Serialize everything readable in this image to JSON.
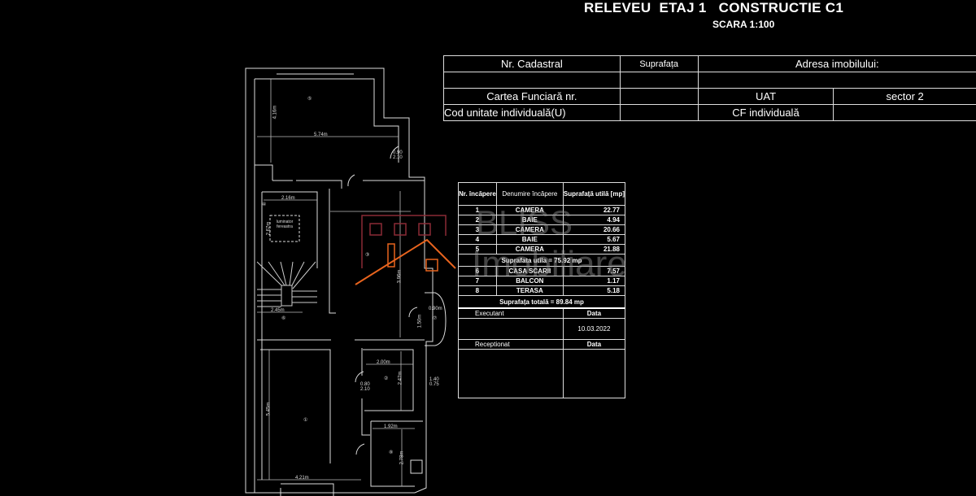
{
  "header": {
    "title": "RELEVEU  ETAJ 1   CONSTRUCTIE C1",
    "scale": "SCARA 1:100"
  },
  "cadastral_table": {
    "nr_cadastral": "Nr. Cadastral",
    "suprafata": "Suprafața",
    "adresa": "Adresa imobilului:",
    "carte_funciara": "Cartea Funciară nr.",
    "uat": "UAT",
    "sector": "sector 2",
    "cod_unitate": "Cod unitate individuală(U)",
    "cf_individuala": "CF individuală"
  },
  "rooms_table": {
    "headers": [
      "Nr. încăpere",
      "Denumire încăpere",
      "Suprafață utilă [mp]"
    ],
    "rows": [
      {
        "nr": "1",
        "name": "CAMERA",
        "area": "22.77"
      },
      {
        "nr": "2",
        "name": "BAIE",
        "area": "4.94"
      },
      {
        "nr": "3",
        "name": "CAMERA",
        "area": "20.66"
      },
      {
        "nr": "4",
        "name": "BAIE",
        "area": "5.67"
      },
      {
        "nr": "5",
        "name": "CAMERA",
        "area": "21.88"
      }
    ],
    "subtotal": "Suprafata utila = 75.92 mp",
    "rows2": [
      {
        "nr": "6",
        "name": "CASA SCARII",
        "area": "7.57"
      },
      {
        "nr": "7",
        "name": "BALCON",
        "area": "1.17"
      },
      {
        "nr": "8",
        "name": "TERASA",
        "area": "5.18"
      }
    ],
    "total": "Suprafața totală = 89.84 mp",
    "executant": "Executant",
    "data_label": "Data",
    "date": "10.03.2022",
    "receptionat": "Receptionat",
    "data_label2": "Data"
  },
  "plan": {
    "room_numbers": [
      "1",
      "2",
      "3",
      "4",
      "5",
      "6",
      "7",
      "8"
    ],
    "dims": [
      "4.16m",
      "5.74m",
      "2.16m",
      "2.67m",
      "2.45m",
      "5.45m",
      "4.21m",
      "2.00m",
      "2.47m",
      "1.92m",
      "2.78m",
      "0.90m",
      "1.50m",
      "3.96m",
      "0.90 2.10",
      "0.80 2.10",
      "1.40 0.75"
    ],
    "skylight": "luminator fereastra"
  },
  "watermark": {
    "text1": "BLISS",
    "text2": "Imobiliare",
    "house_color": "#e8641e",
    "frame_color": "#8b2a35"
  }
}
